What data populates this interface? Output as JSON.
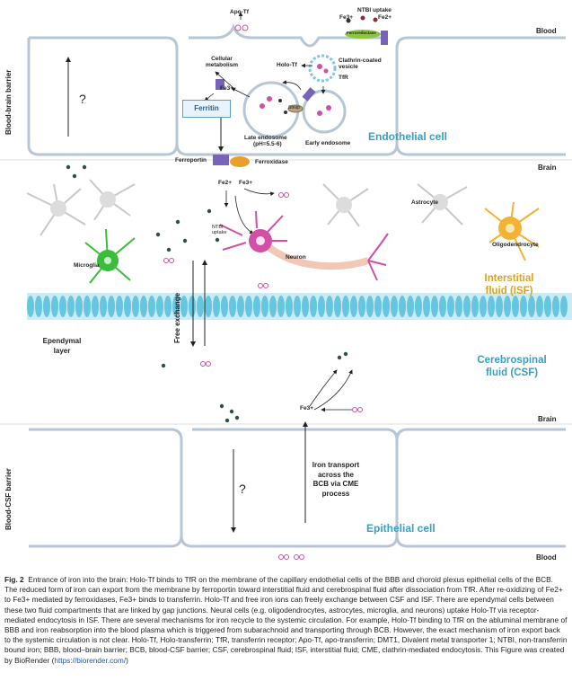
{
  "labels": {
    "blood_brain_barrier": "Blood-brain barrier",
    "blood_csf_barrier": "Blood-CSF barrier",
    "blood_top": "Blood",
    "blood_bottom": "Blood",
    "brain_top": "Brain",
    "brain_bottom": "Brain",
    "question_top": "?",
    "question_bottom": "?",
    "apo_tf": "Apo-Tf",
    "ntbi_uptake_top": "NTBI uptake",
    "fe3_top": "Fe3+",
    "fe2_top": "Fe2+",
    "ferroreductase": "Ferroreductase",
    "cellular_metabolism": "Cellular metabolism",
    "holo_tf": "Holo-Tf",
    "tfr": "TfR",
    "clathrin_vesicle": "Clathrin-coated vesicle",
    "fe3_endosome": "Fe3+",
    "ferritin": "Ferritin",
    "steap": "Steap",
    "late_endosome": "Late endosome",
    "late_endosome_ph": "(pH=5.5-6)",
    "early_endosome": "Early endosome",
    "endothelial_cell": "Endothelial cell",
    "ferroportin": "Ferroportin",
    "ferroxidase": "Ferroxidase",
    "fe2_exit": "Fe2+",
    "fe3_exit": "Fe3+",
    "ntbi_uptake_neuron": "NTBI uptake",
    "neuron": "Neuron",
    "astrocyte": "Astrocyte",
    "oligodendrocyte": "Oligodendrocyte",
    "microglia": "Microglia",
    "isf": "Interstitial fluid (ISF)",
    "ependymal_layer": "Ependymal layer",
    "free_exchange": "Free exchange",
    "csf": "Cerebrospinal fluid (CSF)",
    "fe3_csf": "Fe3+",
    "iron_transport": "Iron transport across the BCB via CME process",
    "epithelial_cell": "Epithelial cell"
  },
  "caption": {
    "label": "Fig. 2",
    "text": "Entrance of iron into the brain: Holo-Tf binds to TfR on the membrane of the capillary endothelial cells of the BBB and choroid plexus epithelial cells of the BCB. The reduced form of iron can export from the membrane by ferroportin toward interstitial fluid and cerebrospinal fluid after dissociation from TfR. After re-oxidizing of Fe2+ to Fe3+ mediated by ferroxidases, Fe3+ binds to transferrin. Holo-Tf and free iron ions can freely exchange between CSF and ISF. There are ependymal cells between these two fluid compartments that are linked by gap junctions. Neural cells (e.g. oligodendrocytes, astrocytes, microglia, and neurons) uptake Holo-Tf via receptor-mediated endocytosis in ISF. There are several mechanisms for iron recycle to the systemic circulation. For example, Holo-Tf binding to TfR on the abluminal membrane of BBB and iron reabsorption into the blood plasma which is triggered from subarachnoid and transporting through BCB. However, the exact mechanism of iron export back to the systemic circulation is not clear. Holo-Tf, Holo-transferrin; TfR, transferrin receptor; Apo-Tf, apo-transferrin; DMT1, Divalent metal transporter 1; NTBI, non-transferrin bound iron; BBB, blood–brain barrier; BCB, blood-CSF barrier; CSF, cerebrospinal fluid; ISF, interstitial fluid; CME, clathrin-mediated endocytosis. This Figure was created by BioRender (",
    "link": "https://biorender.com/",
    "tail": ")"
  },
  "colors": {
    "membrane": "#b7c6d6",
    "ependymal": "#67c6df",
    "neuron": "#d34ea6",
    "oligodendrocyte": "#f2b233",
    "microglia": "#3bbd3b",
    "astrocyte": "#cfcfcf",
    "teal_text": "#3a9fc0",
    "orange_text": "#e0a21b"
  }
}
